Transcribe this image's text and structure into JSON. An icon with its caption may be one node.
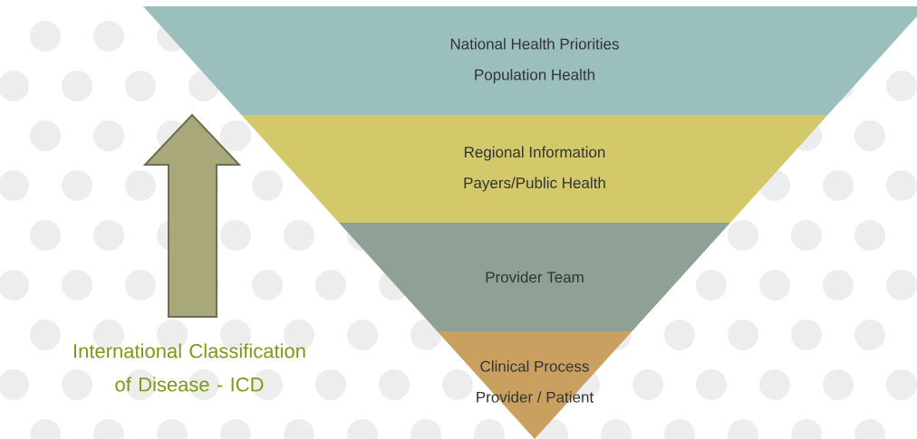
{
  "diagram": {
    "nodes": [
      {
        "text": [
          "National Health Priorities",
          "Population Health"
        ]
      },
      {
        "text": [
          "Regional Information",
          "Payers/Public Health"
        ]
      },
      {
        "text": [
          "Provider Team"
        ]
      },
      {
        "text": [
          "Clinical Process",
          "Provider / Patient"
        ]
      }
    ],
    "labels": [
      "International Classification of Disease - ICD"
    ]
  }
}
